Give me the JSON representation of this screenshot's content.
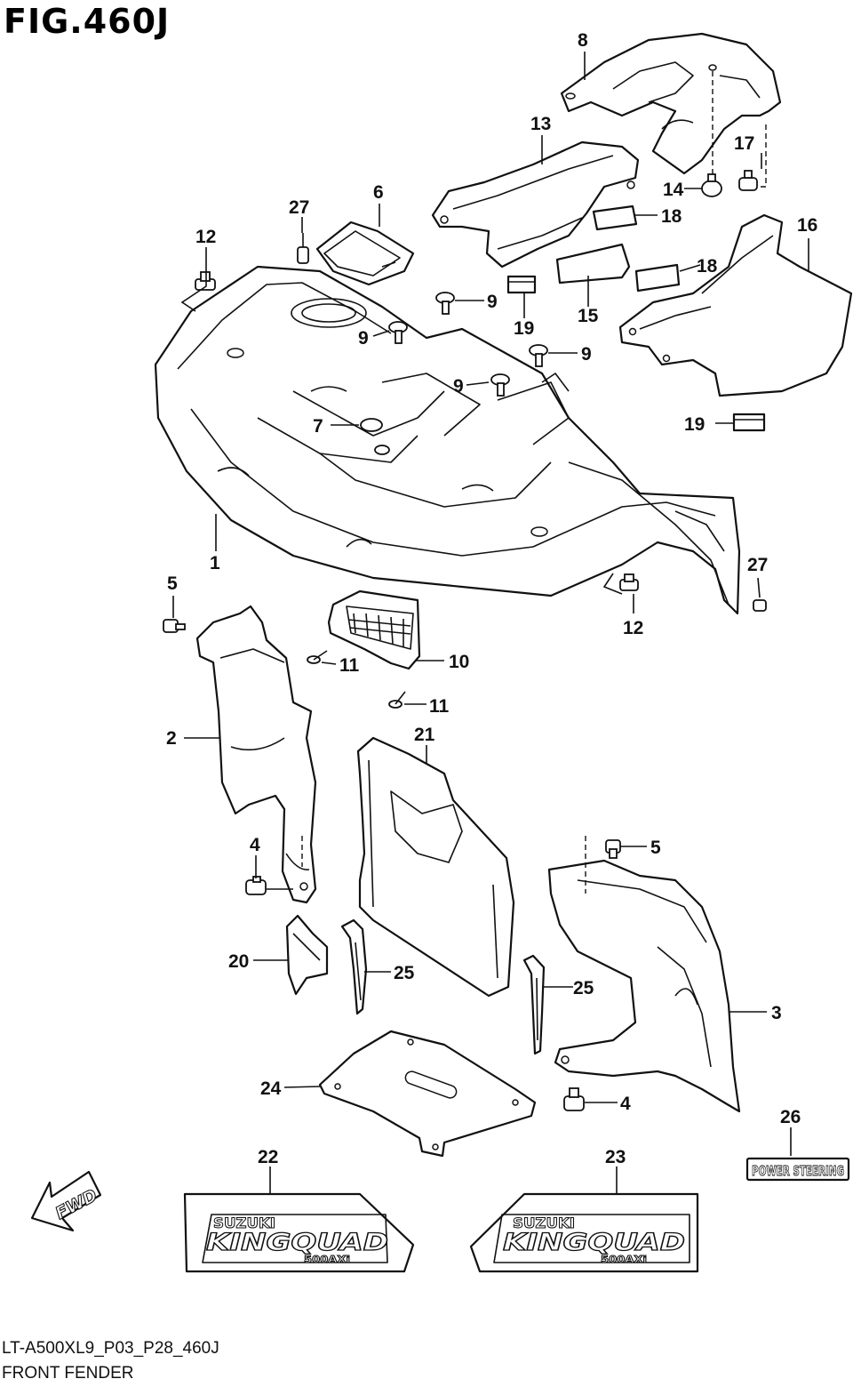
{
  "figure": {
    "title": "FIG.460J",
    "model_code": "LT-A500XL9_P03_P28_460J",
    "section_name": "FRONT FENDER"
  },
  "callouts": {
    "c1": "1",
    "c2": "2",
    "c3": "3",
    "c4a": "4",
    "c4b": "4",
    "c5a": "5",
    "c5b": "5",
    "c6": "6",
    "c7": "7",
    "c8": "8",
    "c9a": "9",
    "c9b": "9",
    "c9c": "9",
    "c9d": "9",
    "c10": "10",
    "c11a": "11",
    "c11b": "11",
    "c12a": "12",
    "c12b": "12",
    "c13": "13",
    "c14": "14",
    "c15": "15",
    "c16": "16",
    "c17": "17",
    "c18a": "18",
    "c18b": "18",
    "c19a": "19",
    "c19b": "19",
    "c20": "20",
    "c21": "21",
    "c22": "22",
    "c23": "23",
    "c24": "24",
    "c25a": "25",
    "c25b": "25",
    "c26": "26",
    "c27a": "27",
    "c27b": "27"
  },
  "decals": {
    "left": {
      "brand": "SUZUKI",
      "model": "KINGQUAD",
      "sub": "500AXi"
    },
    "right": {
      "brand": "SUZUKI",
      "model": "KINGQUAD",
      "sub": "500AXi"
    },
    "power_steering": "POWER STEERING"
  },
  "direction_marker": "FWD"
}
